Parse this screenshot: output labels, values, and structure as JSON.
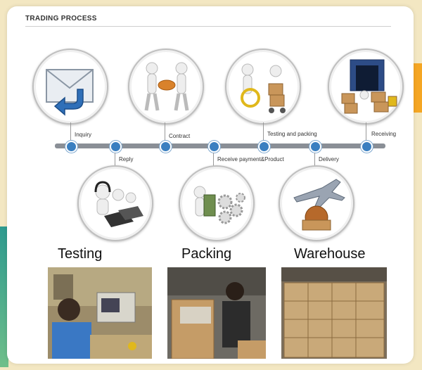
{
  "header": {
    "title": "TRADING PROCESS"
  },
  "steps": [
    {
      "label": "Inquiry",
      "icon": "envelope-arrow-icon"
    },
    {
      "label": "Reply",
      "icon": "call-center-icon"
    },
    {
      "label": "Contract",
      "icon": "handshake-figures-icon"
    },
    {
      "label": "Receive payment&Product",
      "icon": "money-gears-icon"
    },
    {
      "label": "Testing and packing",
      "icon": "magnifier-boxes-icon"
    },
    {
      "label": "Delivery",
      "icon": "airplane-globe-icon"
    },
    {
      "label": "Receiving",
      "icon": "warehouse-boxes-icon"
    }
  ],
  "sections": [
    {
      "label": "Testing"
    },
    {
      "label": "Packing"
    },
    {
      "label": "Warehouse"
    }
  ],
  "colors": {
    "accent": "#3a7fc0",
    "timeline": "#8a8f96",
    "background": "#f3e7c2"
  }
}
